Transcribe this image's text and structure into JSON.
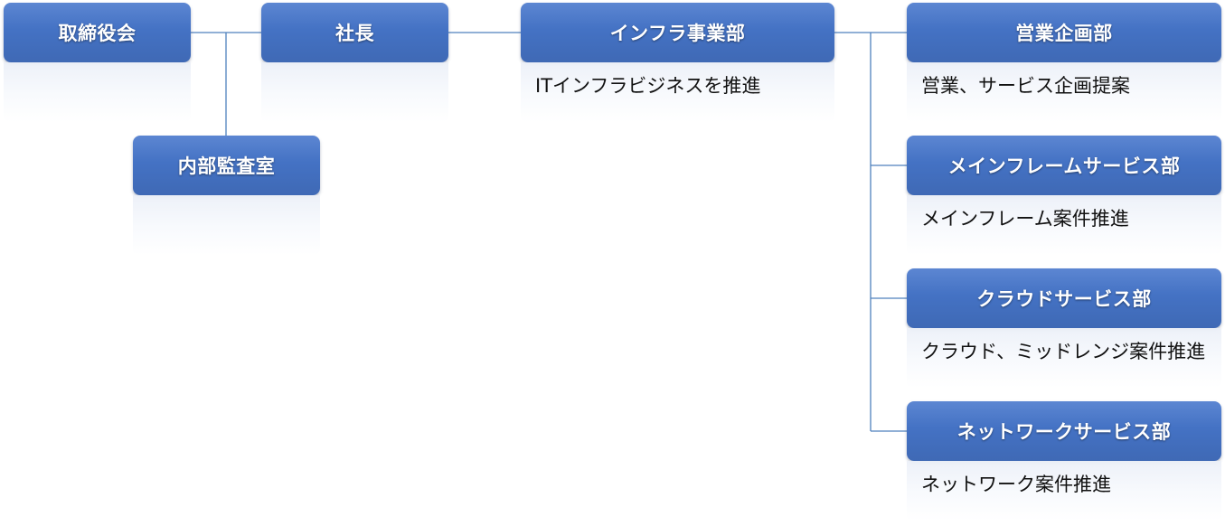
{
  "org_chart": {
    "nodes": [
      {
        "id": "board",
        "title": "取締役会",
        "description": ""
      },
      {
        "id": "president",
        "title": "社長",
        "description": ""
      },
      {
        "id": "audit",
        "title": "内部監査室",
        "description": ""
      },
      {
        "id": "infra",
        "title": "インフラ事業部",
        "description": "ITインフラビジネスを推進"
      },
      {
        "id": "sales",
        "title": "営業企画部",
        "description": "営業、サービス企画提案"
      },
      {
        "id": "mainframe",
        "title": "メインフレームサービス部",
        "description": "メインフレーム案件推進"
      },
      {
        "id": "cloud",
        "title": "クラウドサービス部",
        "description": "クラウド、ミッドレンジ案件推進"
      },
      {
        "id": "network",
        "title": "ネットワークサービス部",
        "description": "ネットワーク案件推進"
      }
    ]
  },
  "colors": {
    "box_fill": "#4472c4",
    "box_text": "#ffffff",
    "connector": "#4f81bd",
    "description_text": "#111111"
  }
}
